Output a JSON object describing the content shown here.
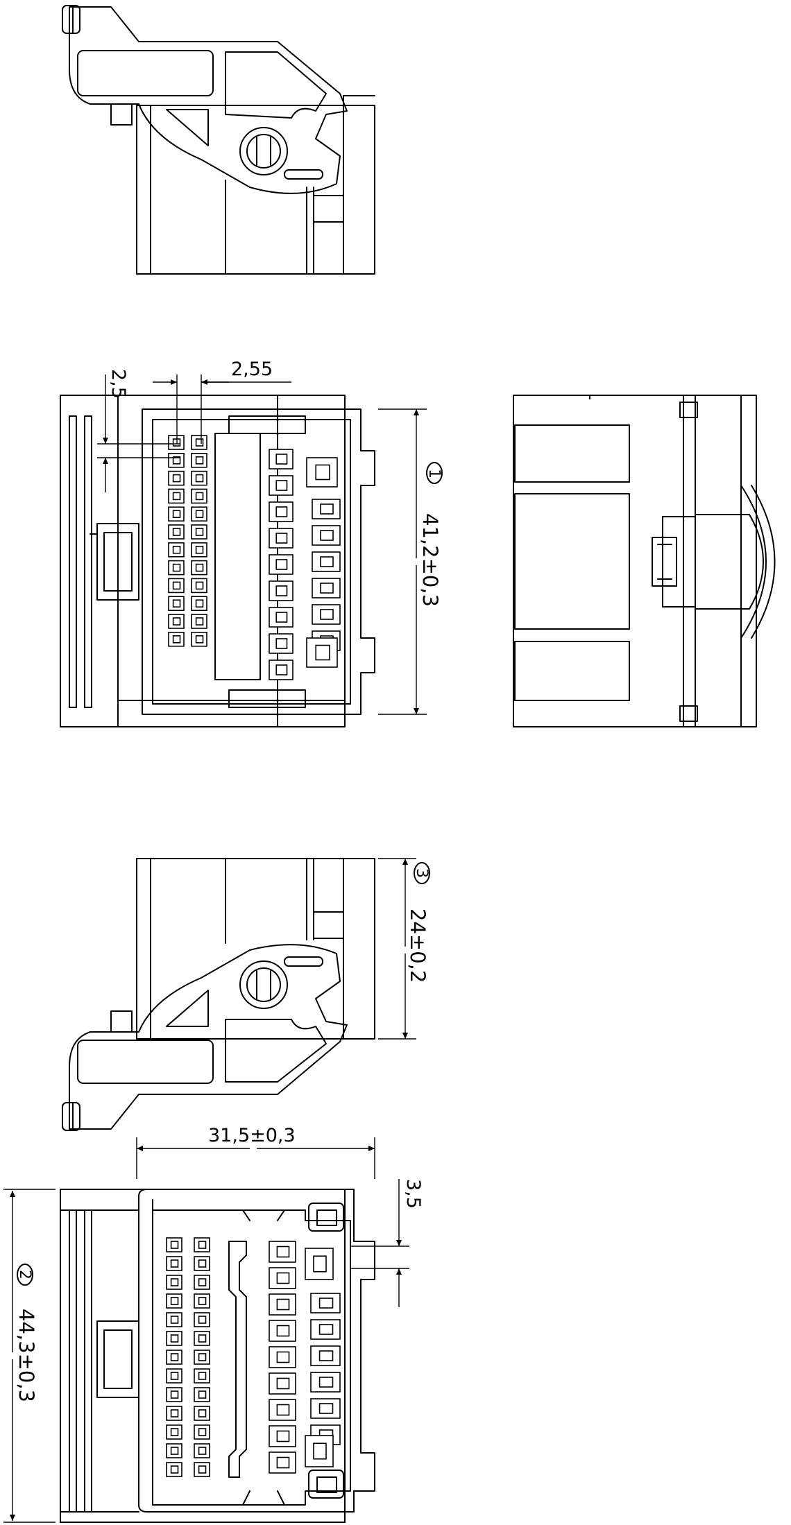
{
  "dimensions": {
    "pitch_horizontal": "2,55",
    "pitch_vertical": "2,5",
    "width_mid": "41,2±0,3",
    "height_mid": "24±0,2",
    "width_bottom": "31,5±0,3",
    "height_bottom": "44,3±0,3",
    "latch_offset": "3,5"
  },
  "callouts": {
    "one": "1",
    "two": "2",
    "three": "3"
  }
}
